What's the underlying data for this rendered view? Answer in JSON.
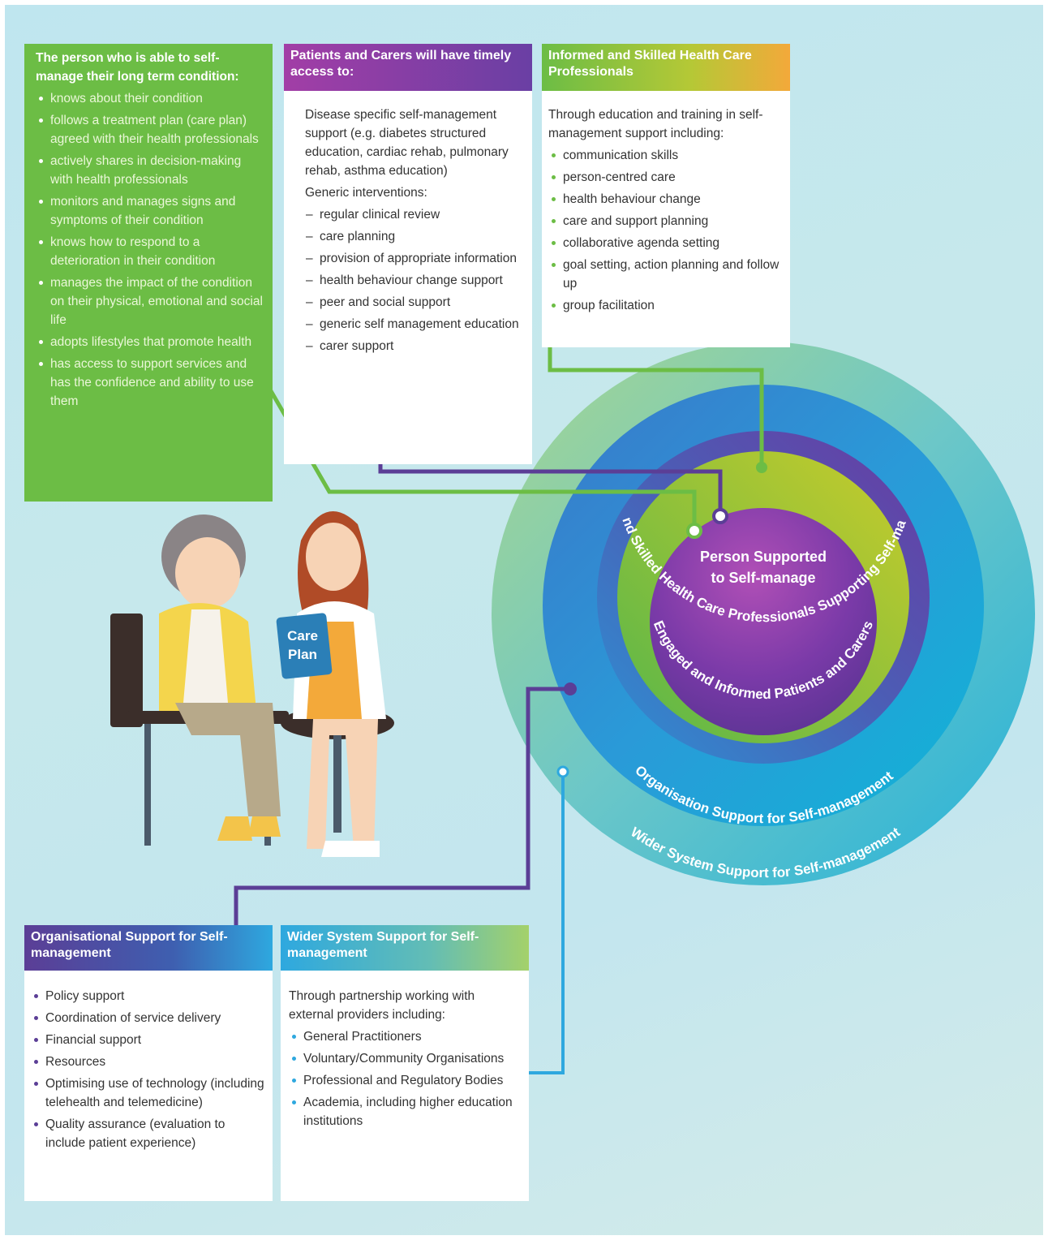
{
  "self_manage": {
    "title": "The person who is able to self-manage their long term condition:",
    "items": [
      "knows about their condition",
      "follows a treatment plan (care plan) agreed with their health professionals",
      "actively shares in decision-making with health professionals",
      "monitors and manages signs and symptoms of their condition",
      "knows how to respond to a deterioration in their condition",
      "manages the impact of the condition on their physical, emotional and social life",
      "adopts lifestyles that promote health",
      "has access to support services and has the confidence and ability to use them"
    ]
  },
  "patients_carers": {
    "title": "Patients and Carers will have timely access to:",
    "intro": "Disease specific self-management support (e.g. diabetes structured education, cardiac rehab, pulmonary rehab, asthma education)",
    "subhead": "Generic interventions:",
    "items": [
      "regular clinical review",
      "care planning",
      "provision of appropriate information",
      "health behaviour change support",
      "peer and social support",
      "generic self management education",
      "carer support"
    ]
  },
  "professionals": {
    "title": "Informed and Skilled Health Care Professionals",
    "intro": "Through education and training in self-management support including:",
    "items": [
      "communication skills",
      "person-centred care",
      "health behaviour change",
      "care and support planning",
      "collaborative agenda setting",
      "goal setting, action planning and follow up",
      "group facilitation"
    ]
  },
  "organisational": {
    "title": "Organisational Support for Self-management",
    "items": [
      "Policy support",
      "Coordination of service delivery",
      "Financial support",
      "Resources",
      "Optimising use of technology (including telehealth and telemedicine)",
      "Quality assurance (evaluation to include patient experience)"
    ]
  },
  "wider": {
    "title": "Wider System Support for Self-management",
    "intro": "Through partnership working with external providers including:",
    "items": [
      "General Practitioners",
      "Voluntary/Community Organisations",
      "Professional and Regulatory Bodies",
      "Academia, including higher education institutions"
    ]
  },
  "rings": {
    "center_line1": "Person Supported",
    "center_line2": "to Self-manage",
    "ring1": "Engaged and Informed Patients and Carers",
    "ring2": "Informed and Skilled Health Care Professionals Supporting Self-management",
    "ring3": "Organisation Support for Self-management",
    "ring4": "Wider System Support for Self-management"
  },
  "care_plan": {
    "line1": "Care",
    "line2": "Plan"
  },
  "colors": {
    "green": "#6cbd45",
    "purple": "#5b3e96",
    "orange": "#f3a93a",
    "blue": "#2ea8df",
    "yellow_green": "#b7c934"
  }
}
